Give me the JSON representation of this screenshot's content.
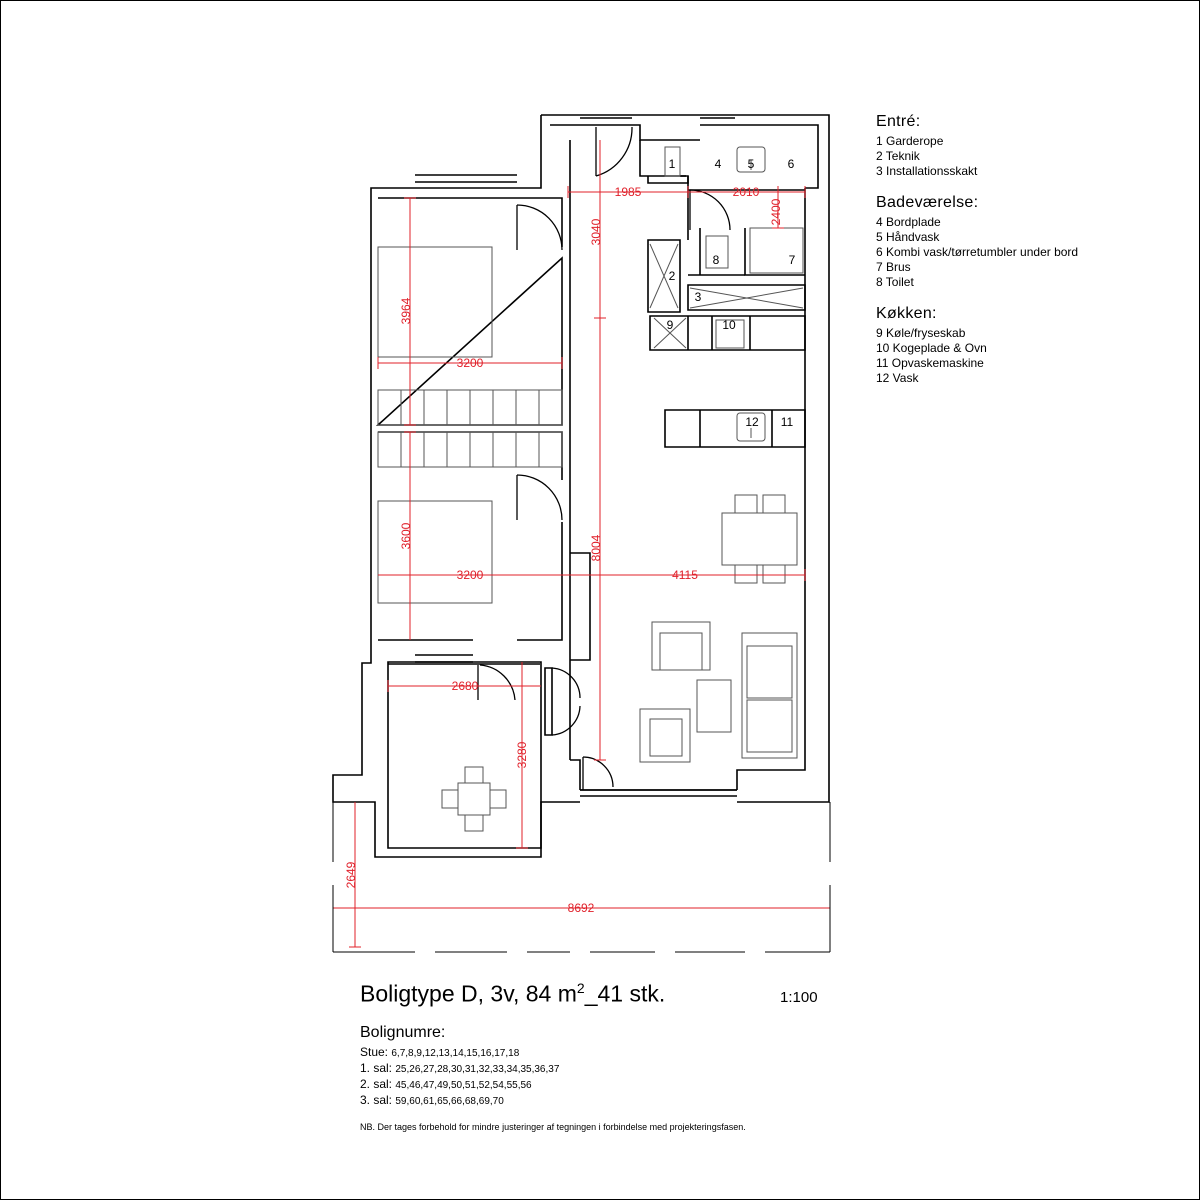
{
  "legend": [
    {
      "heading": "Entré:",
      "items": [
        "1 Garderope",
        "2 Teknik",
        "3 Installationsskakt"
      ]
    },
    {
      "heading": "Badeværelse:",
      "items": [
        "4 Bordplade",
        "5 Håndvask",
        "6 Kombi vask/tørretumbler under bord",
        "7 Brus",
        "8 Toilet"
      ]
    },
    {
      "heading": "Køkken:",
      "items": [
        "9 Køle/fryseskab",
        "10 Kogeplade & Ovn",
        "11 Opvaskemaskine",
        "12 Vask"
      ]
    }
  ],
  "title": {
    "prefix": "Boligtype D, 3v, 84 m",
    "sup": "2",
    "suffix": "_41 stk.",
    "scale": "1:100"
  },
  "bolignumre": {
    "heading": "Bolignumre:",
    "rows": [
      {
        "label": "Stue:",
        "value": "6,7,8,9,12,13,14,15,16,17,18"
      },
      {
        "label": "1. sal:",
        "value": "25,26,27,28,30,31,32,33,34,35,36,37"
      },
      {
        "label": "2. sal:",
        "value": "45,46,47,49,50,51,52,54,55,56"
      },
      {
        "label": "3. sal:",
        "value": "59,60,61,65,66,68,69,70"
      }
    ]
  },
  "note": "NB. Der tages forbehold for mindre justeringer af tegningen i forbindelse med projekteringsfasen.",
  "dimensions": [
    "1985",
    "2010",
    "3040",
    "2400",
    "3964",
    "3200",
    "3200",
    "3600",
    "8004",
    "4115",
    "2680",
    "3280",
    "2649",
    "8692"
  ],
  "room_numbers": [
    "1",
    "2",
    "3",
    "4",
    "5",
    "6",
    "7",
    "8",
    "9",
    "10",
    "11",
    "12"
  ],
  "colors": {
    "walls": "#000000",
    "dimension": "#e0202a",
    "furniture": "#444444"
  }
}
